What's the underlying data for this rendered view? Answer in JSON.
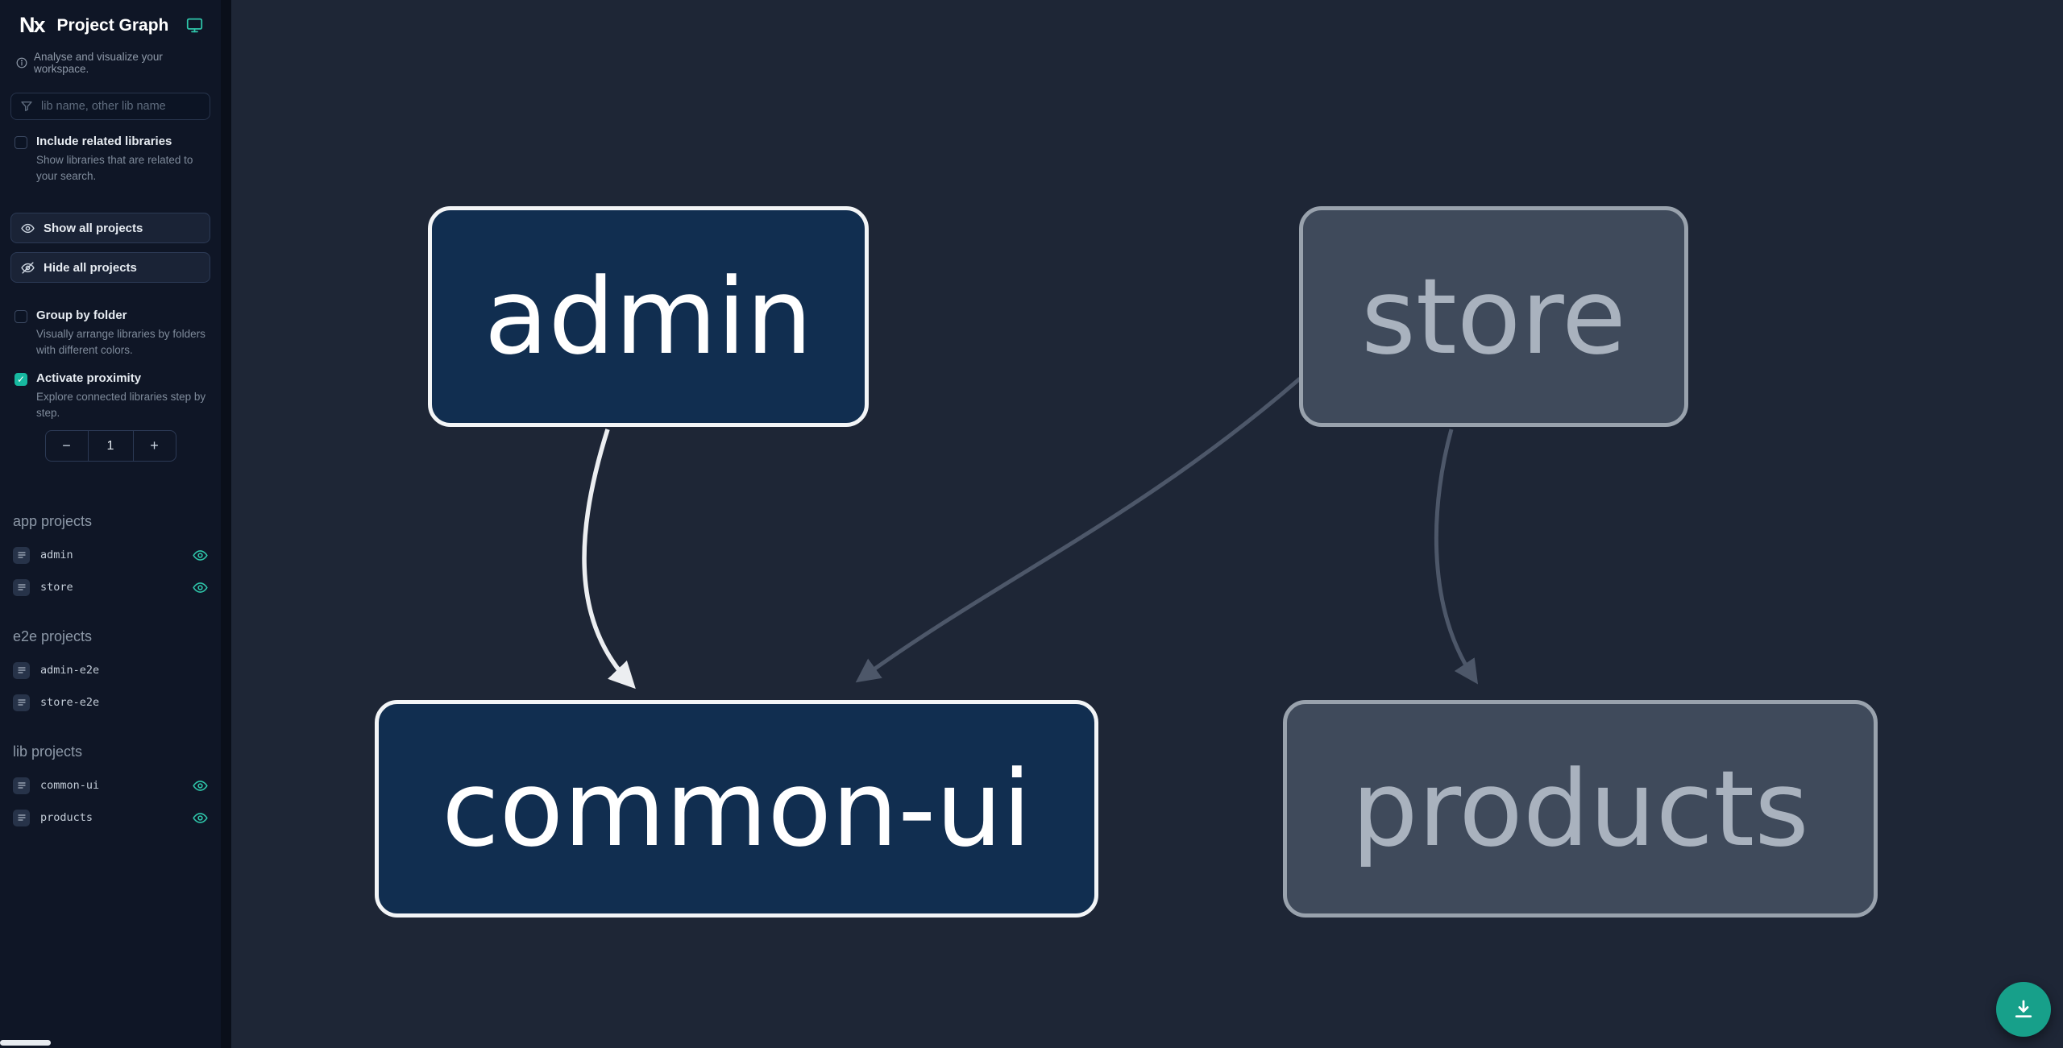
{
  "sidebar": {
    "logo_text": "Nx",
    "title": "Project Graph",
    "tagline": "Analyse and visualize your workspace.",
    "search": {
      "placeholder": "lib name, other lib name"
    },
    "include_related": {
      "label": "Include related libraries",
      "description": "Show libraries that are related to your search.",
      "checked": false
    },
    "show_all_label": "Show all projects",
    "hide_all_label": "Hide all projects",
    "group_by_folder": {
      "label": "Group by folder",
      "description": "Visually arrange libraries by folders with different colors.",
      "checked": false
    },
    "activate_proximity": {
      "label": "Activate proximity",
      "description": "Explore connected libraries step by step.",
      "checked": true
    },
    "proximity": {
      "decrement": "−",
      "value": "1",
      "increment": "+"
    },
    "sections": [
      {
        "heading": "app projects",
        "items": [
          {
            "name": "admin",
            "visible": true
          },
          {
            "name": "store",
            "visible": true
          }
        ]
      },
      {
        "heading": "e2e projects",
        "items": [
          {
            "name": "admin-e2e",
            "visible": false
          },
          {
            "name": "store-e2e",
            "visible": false
          }
        ]
      },
      {
        "heading": "lib projects",
        "items": [
          {
            "name": "common-ui",
            "visible": true
          },
          {
            "name": "products",
            "visible": true
          }
        ]
      }
    ]
  },
  "graph": {
    "nodes": [
      {
        "id": "admin",
        "label": "admin",
        "state": "focused"
      },
      {
        "id": "store",
        "label": "store",
        "state": "faded"
      },
      {
        "id": "common-ui",
        "label": "common-ui",
        "state": "focused"
      },
      {
        "id": "products",
        "label": "products",
        "state": "faded"
      }
    ],
    "edges": [
      {
        "source": "admin",
        "target": "common-ui",
        "state": "focused"
      },
      {
        "source": "store",
        "target": "common-ui",
        "state": "faded"
      },
      {
        "source": "store",
        "target": "products",
        "state": "faded"
      }
    ]
  },
  "colors": {
    "accent": "#17b9a0",
    "node_focused_fill": "#112e50",
    "node_focused_border": "#f3f5f7",
    "node_faded_fill": "#3f4a5b",
    "node_faded_border": "#99a2ad",
    "edge_focused": "#eceef1",
    "edge_faded": "#4d5769"
  }
}
